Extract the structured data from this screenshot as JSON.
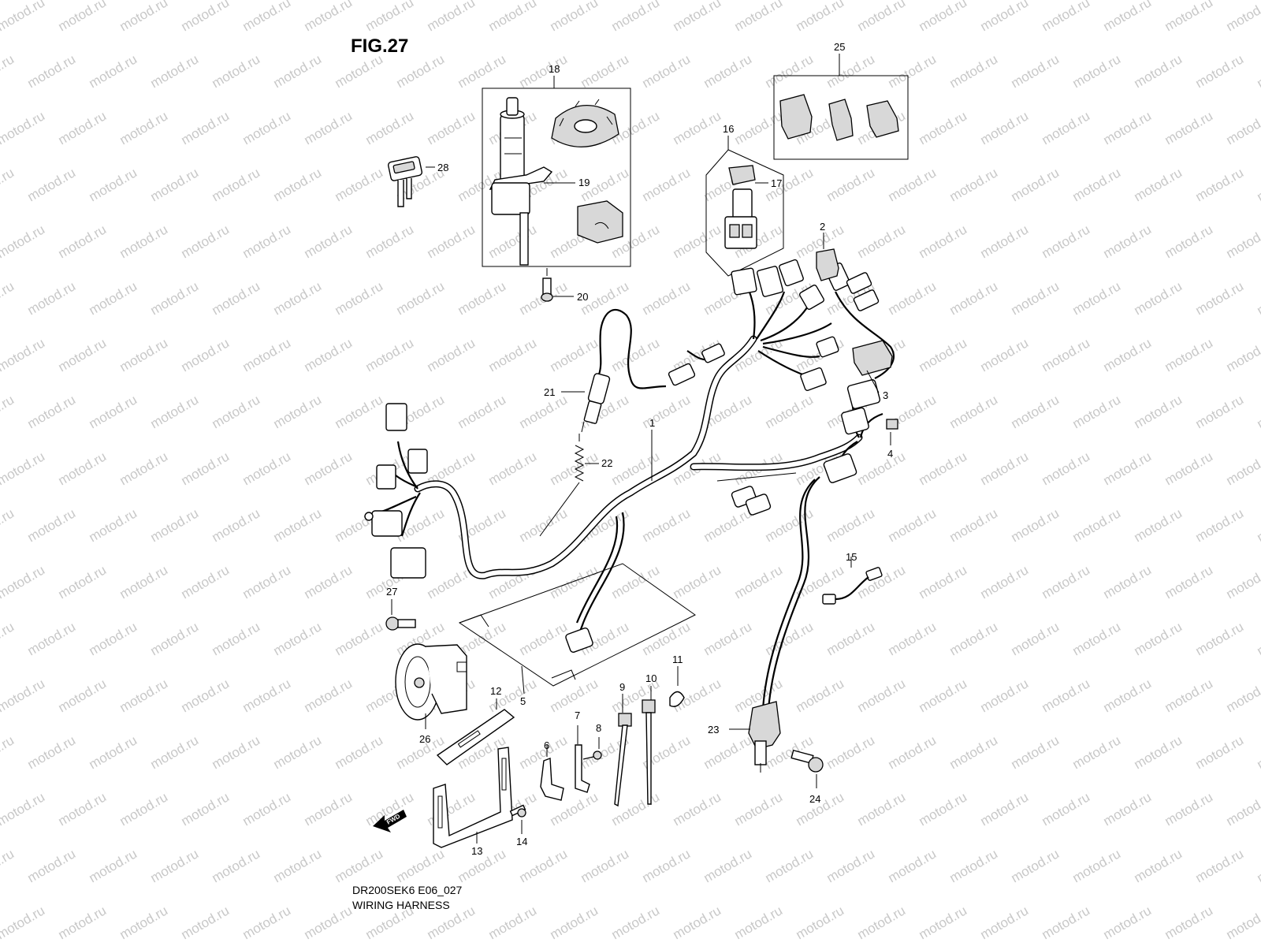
{
  "figure": {
    "title": "FIG.27",
    "code": "DR200SEK6 E06_027",
    "caption": "WIRING HARNESS"
  },
  "watermark": {
    "text": "motod.ru",
    "color": "#c8c8c8"
  },
  "direction_marker": "FWD",
  "callouts": [
    {
      "id": "c1",
      "label": "1"
    },
    {
      "id": "c2",
      "label": "2"
    },
    {
      "id": "c3",
      "label": "3"
    },
    {
      "id": "c4",
      "label": "4"
    },
    {
      "id": "c5",
      "label": "5"
    },
    {
      "id": "c6",
      "label": "6"
    },
    {
      "id": "c7",
      "label": "7"
    },
    {
      "id": "c8",
      "label": "8"
    },
    {
      "id": "c9",
      "label": "9"
    },
    {
      "id": "c10",
      "label": "10"
    },
    {
      "id": "c11",
      "label": "11"
    },
    {
      "id": "c12",
      "label": "12"
    },
    {
      "id": "c13",
      "label": "13"
    },
    {
      "id": "c14",
      "label": "14"
    },
    {
      "id": "c15",
      "label": "15"
    },
    {
      "id": "c16",
      "label": "16"
    },
    {
      "id": "c17",
      "label": "17"
    },
    {
      "id": "c18",
      "label": "18"
    },
    {
      "id": "c19",
      "label": "19"
    },
    {
      "id": "c20",
      "label": "20"
    },
    {
      "id": "c21",
      "label": "21"
    },
    {
      "id": "c22",
      "label": "22"
    },
    {
      "id": "c23",
      "label": "23"
    },
    {
      "id": "c24",
      "label": "24"
    },
    {
      "id": "c25",
      "label": "25"
    },
    {
      "id": "c26",
      "label": "26"
    },
    {
      "id": "c27",
      "label": "27"
    },
    {
      "id": "c28",
      "label": "28"
    }
  ]
}
